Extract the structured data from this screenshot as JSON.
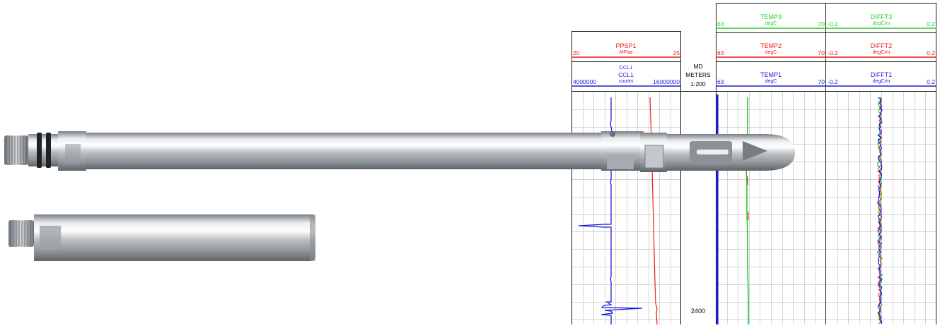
{
  "colors": {
    "ppsp": "#e81c1c",
    "ccl": "#1c1cd8",
    "temp3": "#27d327",
    "temp_red": "#e81c1c",
    "temp_blue": "#1c1cd8",
    "grid": "#c9c9c9",
    "border": "#1a1a1a"
  },
  "depth_track": {
    "header_title": "MD",
    "header_units": "METERS",
    "header_scale": "1:200",
    "depth_label": "2400"
  },
  "left_track": {
    "ppsp": {
      "name": "PPSP1",
      "units": "MPaa",
      "min": "20",
      "max": "25"
    },
    "ccl_top": {
      "name": "CCL1"
    },
    "ccl": {
      "name": "CCL1",
      "units": "counts",
      "min": "4000000",
      "max": "16000000"
    }
  },
  "temp_track": {
    "temp3": {
      "name": "TEMP3",
      "units": "degC",
      "min": "63",
      "max": "70"
    },
    "temp2": {
      "name": "TEMP2",
      "units": "degC",
      "min": "63",
      "max": "70"
    },
    "temp1": {
      "name": "TEMP1",
      "units": "degC",
      "min": "63",
      "max": "70"
    }
  },
  "diff_track": {
    "difft3": {
      "name": "DIFFT3",
      "units": "degC/m",
      "min": "-0.2",
      "max": "0.2"
    },
    "difft2": {
      "name": "DIFFT2",
      "units": "degC/m",
      "min": "-0.2",
      "max": "0.2"
    },
    "difft1": {
      "name": "DIFFT1",
      "units": "degC/m",
      "min": "-0.2",
      "max": "0.2"
    }
  }
}
